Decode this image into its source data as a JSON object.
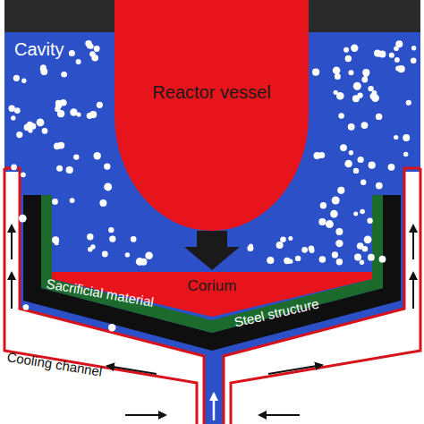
{
  "diagram": {
    "nodes": [
      {
        "text": [
          "Reactor vessel"
        ]
      },
      {
        "text": [
          "Corium"
        ]
      }
    ],
    "labels": [
      "Cavity",
      "Sacrificial material",
      "Steel structure",
      "Cooling channel"
    ]
  }
}
